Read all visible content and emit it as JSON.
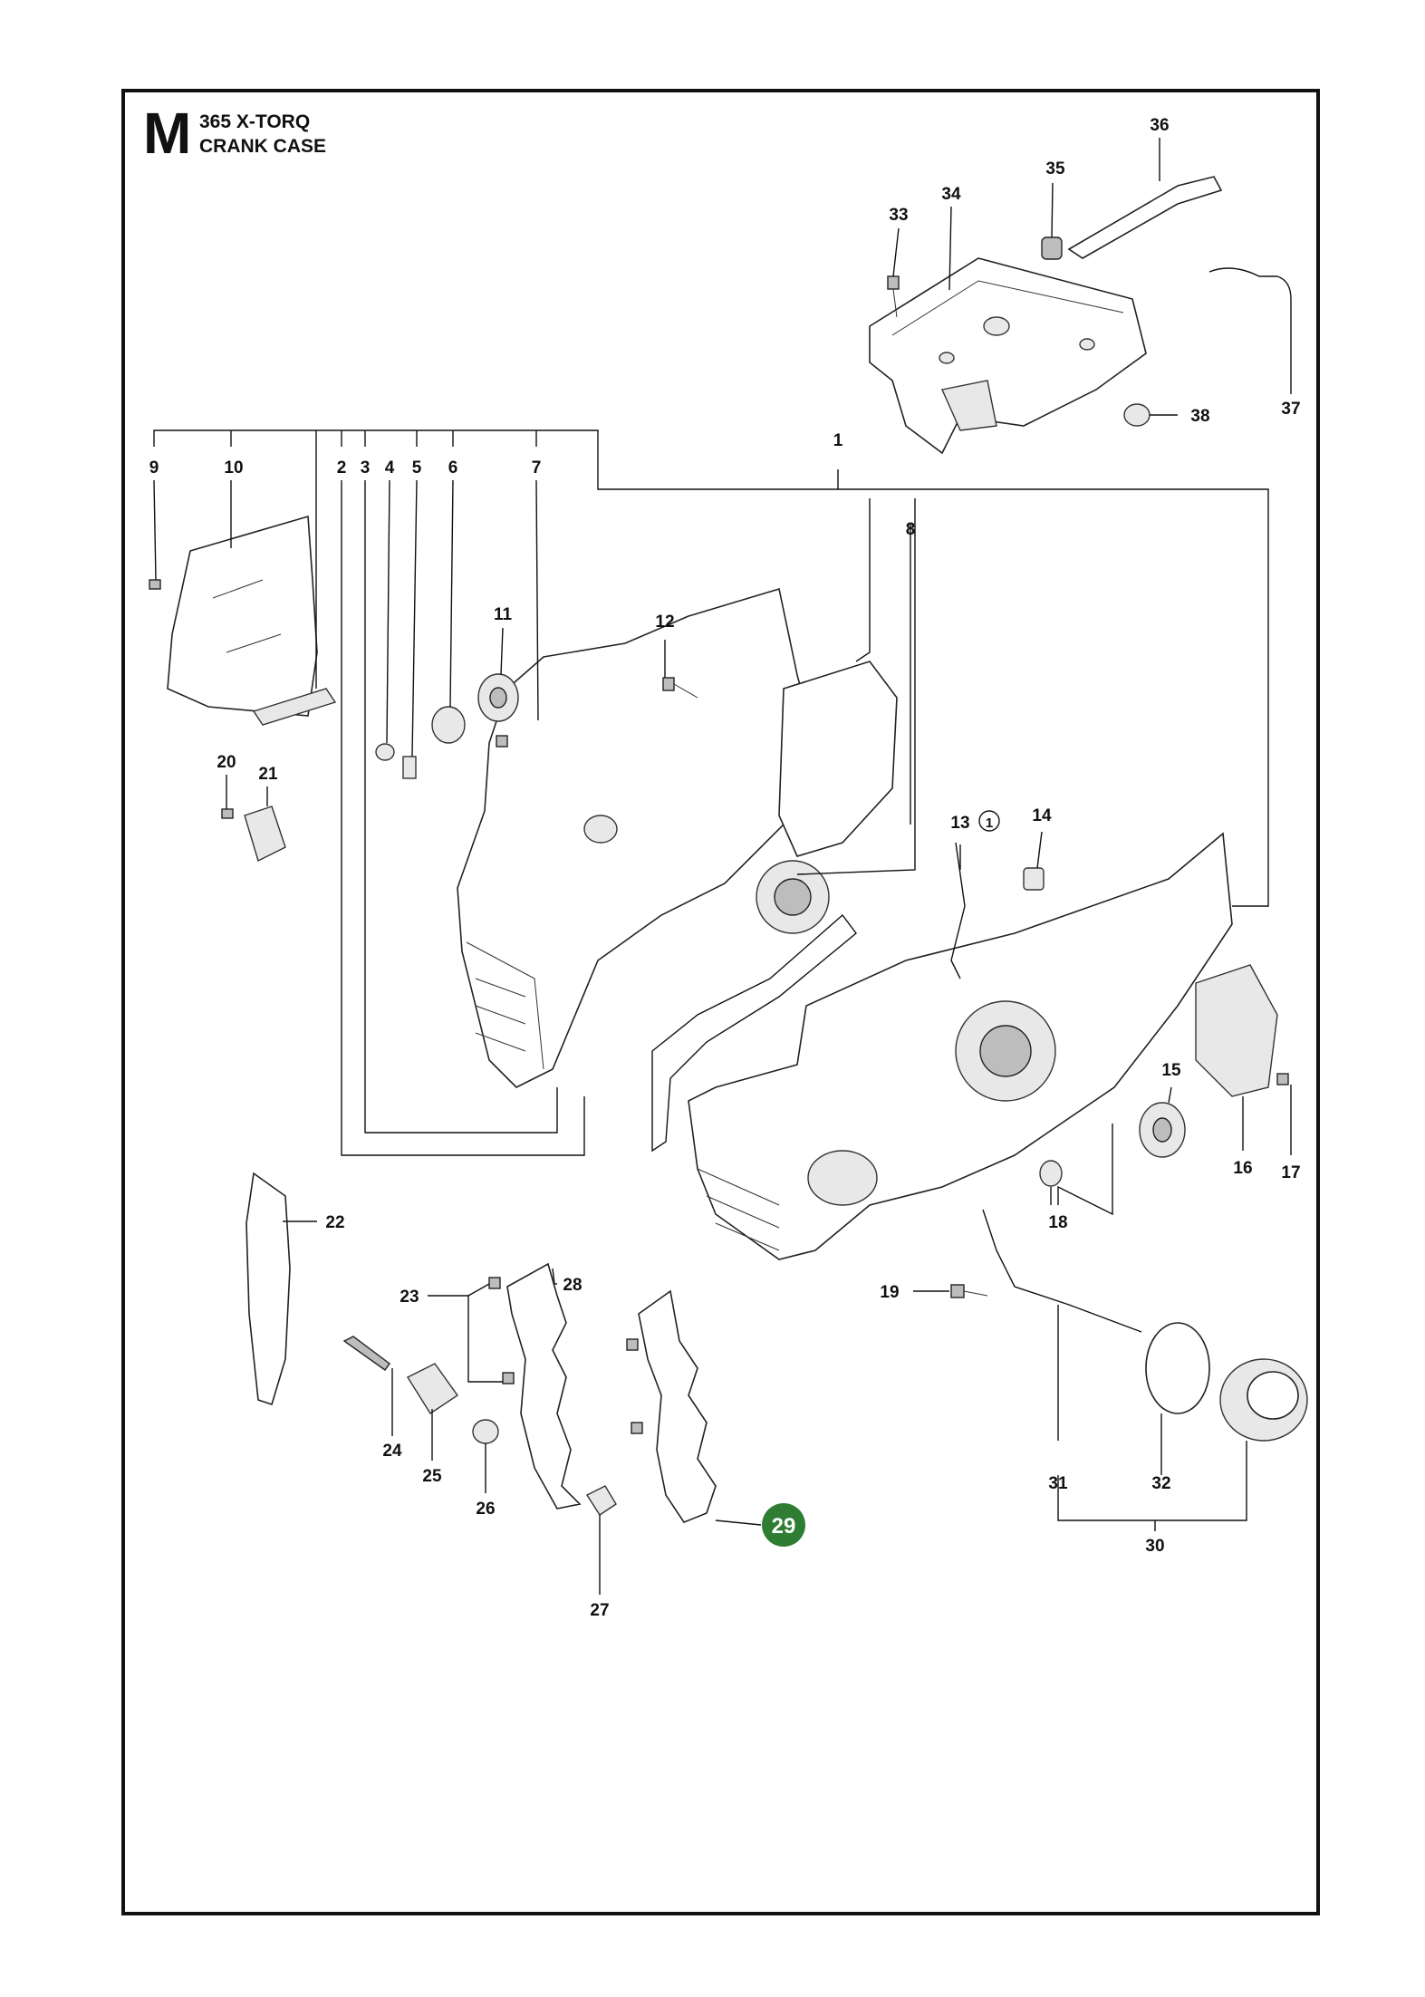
{
  "header": {
    "section": "M",
    "model": "365 X-TORQ",
    "subtitle": "CRANK CASE"
  },
  "highlight": {
    "label": "29",
    "color": "#2e7d32"
  },
  "callouts": [
    "1",
    "2",
    "3",
    "4",
    "5",
    "6",
    "7",
    "8",
    "9",
    "10",
    "11",
    "12",
    "13",
    "14",
    "15",
    "16",
    "17",
    "18",
    "19",
    "20",
    "21",
    "22",
    "23",
    "24",
    "25",
    "26",
    "27",
    "28",
    "30",
    "31",
    "32",
    "33",
    "34",
    "35",
    "36",
    "37",
    "38"
  ],
  "note_symbol": "1"
}
